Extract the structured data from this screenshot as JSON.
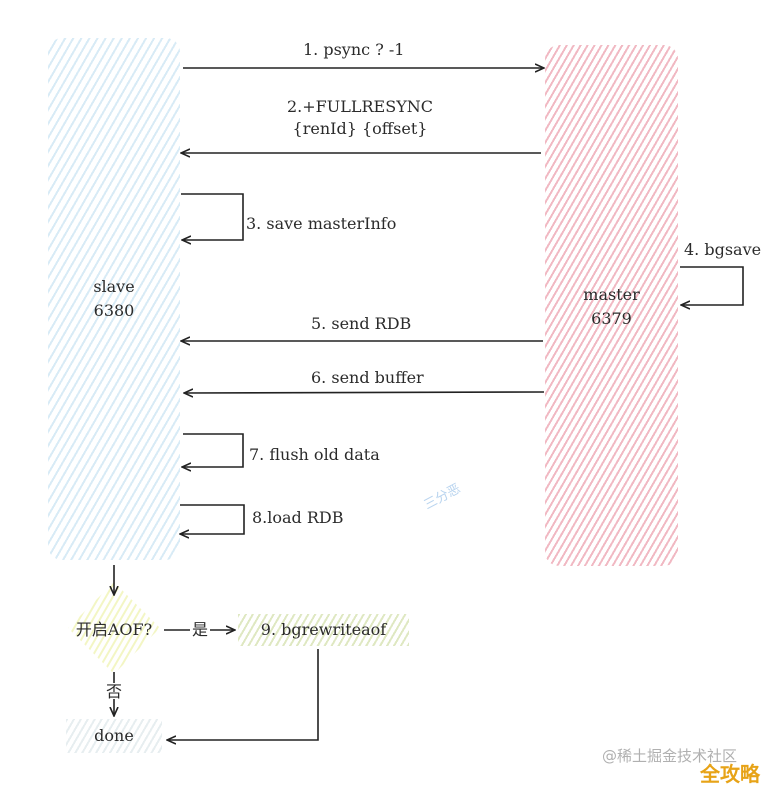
{
  "nodes": {
    "slave": {
      "name": "slave",
      "port": "6380"
    },
    "master": {
      "name": "master",
      "port": "6379"
    },
    "aof_decision": "开启AOF?",
    "rewrite": "9. bgrewriteaof",
    "done": "done"
  },
  "steps": {
    "psync": "1. psync ? -1",
    "fullresync_line1": "2.+FULLRESYNC",
    "fullresync_line2": "{renId} {offset}",
    "save_master_info": "3. save masterInfo",
    "bgsave": "4. bgsave",
    "send_rdb": "5. send RDB",
    "send_buffer": "6. send buffer",
    "flush_old_data": "7. flush old data",
    "load_rdb": "8.load RDB"
  },
  "branches": {
    "yes": "是",
    "no": "否"
  },
  "watermark": "@稀土掘金技术社区",
  "logo": "全攻略",
  "stamp": "三分恶"
}
